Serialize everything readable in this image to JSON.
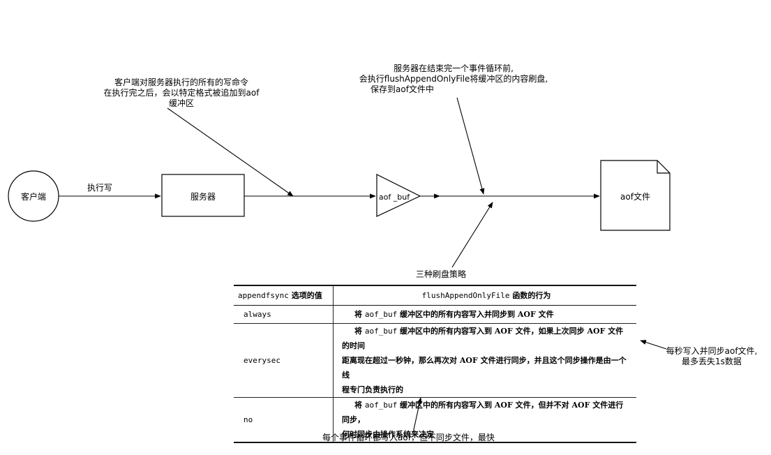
{
  "nodes": {
    "client": "客户端",
    "server": "服务器",
    "aof_buf": "aof _buf",
    "aof_file": "aof文件"
  },
  "edges": {
    "write_label": "执行写"
  },
  "annotations": {
    "append_note": [
      "客户端对服务器执行的所有的写命令",
      "在执行完之后，会以特定格式被追加到aof",
      "缓冲区"
    ],
    "flush_note": [
      "服务器在结束完一个事件循环前,",
      "会执行flushAppendOnlyFile将缓冲区的内容刷盘,",
      "保存到aof文件中"
    ],
    "strategies": "三种刷盘策略",
    "everysec_note": [
      "每秒写入并同步aof文件,",
      "最多丢失1s数据"
    ],
    "no_note": "每个事件循环都写入aof，但不同步文件，最快"
  },
  "table": {
    "header_option_code": "appendfsync",
    "header_option_text": "选项的值",
    "header_behavior_code": "flushAppendOnlyFile",
    "header_behavior_text": "函数的行为",
    "rows": [
      {
        "option": "always",
        "lines": [
          {
            "pre": "将 ",
            "code": "aof_buf",
            "post": " 缓冲区中的所有内容写入并同步到 AOF 文件"
          }
        ]
      },
      {
        "option": "everysec",
        "lines": [
          {
            "pre": "将 ",
            "code": "aof_buf",
            "post": " 缓冲区中的所有内容写入到 AOF 文件，如果上次同步 AOF 文件的时间"
          },
          {
            "pre": "距离现在超过一秒钟，那么再次对 AOF 文件进行同步，并且这个同步操作是由一个线",
            "code": "",
            "post": ""
          },
          {
            "pre": "程专门负责执行的",
            "code": "",
            "post": ""
          }
        ]
      },
      {
        "option": "no",
        "lines": [
          {
            "pre": "将 ",
            "code": "aof_buf",
            "post": " 缓冲区中的所有内容写入到 AOF 文件，但并不对 AOF 文件进行同步，"
          },
          {
            "pre": "何时同步由操作系统来决定",
            "code": "",
            "post": ""
          }
        ]
      }
    ]
  }
}
